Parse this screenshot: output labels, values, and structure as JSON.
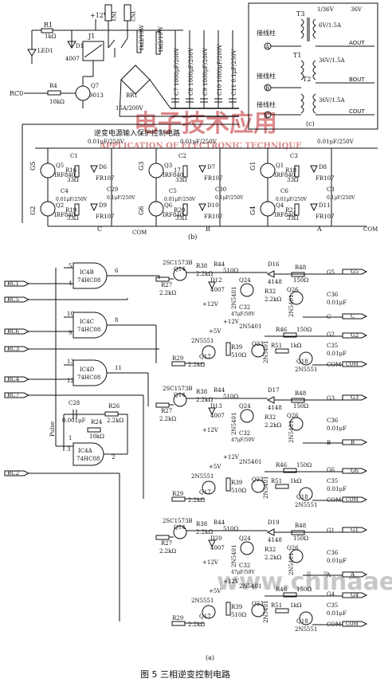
{
  "caption": "图 5  三相逆变控制电路",
  "panels": {
    "a": "(a)",
    "b": "(b)",
    "c": "(c)"
  },
  "protect_title": "逆变电源输入保护控制电路",
  "watermark": {
    "cn": "电子技术应用",
    "en": "APPLICATION OF ELECTRONIC TECHNIQUE",
    "site": "www.chinaaet.com"
  },
  "top": {
    "vcc": "+12V",
    "r1": "R1",
    "r1v": "1kΩ",
    "led": "LED1",
    "d1": "D1",
    "d1v": "4007",
    "j1": "J1",
    "in1": "IN1",
    "in2": "IN2",
    "r4": "R4",
    "r4v": "10kΩ",
    "rc0": "RC0",
    "q7": "Q7",
    "q7v": "9013",
    "r22": "R22",
    "r22v": "1kΩ/10W",
    "r23": "R23",
    "r23v": "1kΩ/10W",
    "br": "BR1",
    "brv": "15A/200V",
    "caps": [
      "C7 1000μF/200V",
      "C8 1000μF/200V",
      "C9 1000μF/200V",
      "C10 1000μF/200V",
      "C11 0.1μF/250V"
    ]
  },
  "transformer": {
    "t3": "T3",
    "t1": "T1",
    "t2": "T2",
    "spec1": "1/36V",
    "spec1b": "36V",
    "spec1c": "6V/1.5A",
    "spec2": "36V/1.5A",
    "spec3": "36V/1.5A",
    "term": "接线柱",
    "a": "A",
    "b": "B",
    "c": "C",
    "aout": "AOUT",
    "bout": "BOUT",
    "cout": "COUT"
  },
  "bridge": {
    "q5": "Q5",
    "q3": "Q3",
    "q1": "Q1",
    "q2": "Q2",
    "q6": "Q6",
    "q4": "Q4",
    "g5": "G5",
    "g3": "G3",
    "g1": "G1",
    "g2": "G2",
    "g6": "G6",
    "g4": "G4",
    "irf": "IRF840",
    "fr": "FR107",
    "r33": "33Ω",
    "c1": "C1",
    "c2": "C2",
    "c3": "C3",
    "c4": "C4",
    "c5": "C5",
    "c6": "C6",
    "cval": "0.01μF/250V",
    "c29": "C29",
    "c29v": "0.1μF/250V",
    "c30": "C30",
    "c30v": "0.1μF/250V",
    "c3x": "C3",
    "c3xv": "0.1μF/250V",
    "r16": "R16",
    "r17": "17",
    "r18": "R18",
    "r19": "R19",
    "r20": "R20",
    "r21": "R21",
    "d6": "D6",
    "d7": "D7",
    "d8": "D8",
    "d9": "D9",
    "d10": "D10",
    "d11": "D11",
    "com": "COM",
    "a": "A",
    "b": "B",
    "c": "C"
  },
  "logic": {
    "ic4b": "IC4B",
    "ic4c": "IC4C",
    "ic4d": "IC4D",
    "ic4a": "IC4A",
    "chip": "74HC08",
    "rc1": "RC1",
    "rc2": "RC2",
    "rc3": "RC3",
    "rc4": "RC4",
    "rc5": "RC5",
    "rc6": "RC6",
    "rc7": "RC7",
    "p5": "5",
    "p4": "4",
    "p6": "6",
    "p10": "10",
    "p9": "9",
    "p8": "8",
    "p13": "13",
    "p12": "12",
    "p11": "11",
    "p1": "1",
    "p2": "2",
    "p3": "3",
    "c28": "C28",
    "c28v": "0.001μF",
    "r24": "R24",
    "r24v": "10kΩ",
    "r26": "R26",
    "r26v": "2.2kΩ",
    "pulse": "Pulse"
  },
  "driver": {
    "q14": "Q14",
    "q15": "2SC1573B",
    "r27": "R27",
    "r27v": "2.2kΩ",
    "r38": "R38",
    "r38v": "2.2kΩ",
    "r44": "R44",
    "r44v": "510Ω",
    "d12": "D12",
    "d12v": "4007",
    "q24": "Q24",
    "q24v": "2N5401",
    "d16": "D16",
    "d16v": "4148",
    "r48": "R48",
    "r48v": "150Ω",
    "q26": "Q26",
    "q26v": "2N5401",
    "r32": "R32",
    "r32v": "2.2kΩ",
    "c32": "C32",
    "c32v": "47μF/50V",
    "c36": "C36",
    "c36v": "0.01μF",
    "v12": "+12V",
    "v5": "+5V",
    "q17": "Q17",
    "q17v": "2N5551",
    "r29": "R29",
    "r29v": "2.2kΩ",
    "r39": "R39",
    "r39v": "510Ω",
    "q23": "Q23",
    "q23v": "2N5401",
    "r46": "R46",
    "r46v": "150Ω",
    "r51": "R51",
    "r51v": "1kΩ",
    "q18": "Q18",
    "q18v": "2N5551",
    "c35": "C35",
    "c35v": "0.01μF",
    "d13": "D13",
    "d17": "D17",
    "d19": "D19",
    "d20": "D20",
    "g5": "G5",
    "g2": "G2",
    "g3": "G3",
    "g6": "G6",
    "g1": "G1",
    "g4": "G4",
    "a": "A",
    "b": "B",
    "c": "C",
    "com": "COM"
  }
}
